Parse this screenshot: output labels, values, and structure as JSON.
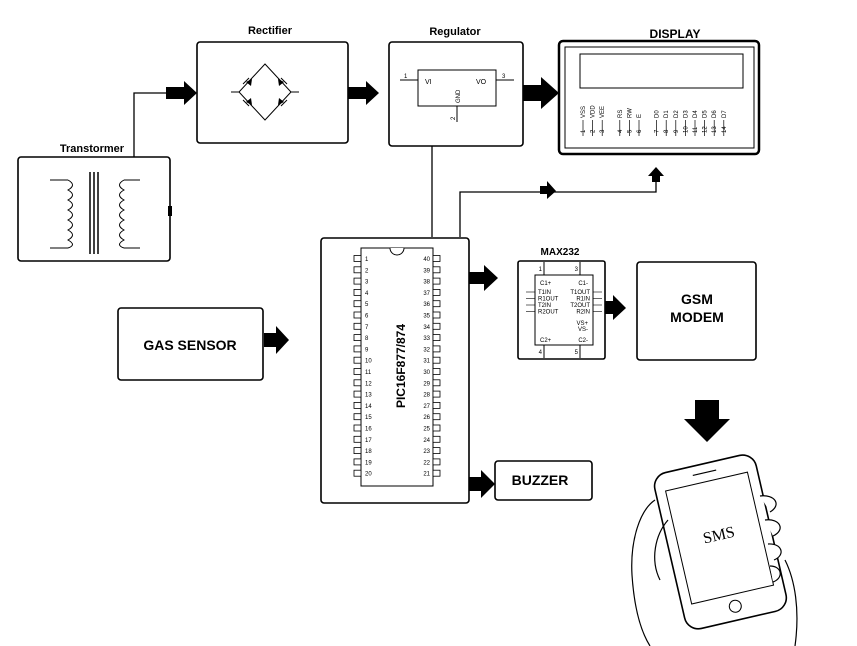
{
  "blocks": {
    "transformer": "Transtormer",
    "rectifier": "Rectifier",
    "regulator": "Regulator",
    "display": "DISPLAY",
    "gas_sensor": "GAS SENSOR",
    "mcu": "PIC16F877/874",
    "max232": "MAX232",
    "gsm_line1": "GSM",
    "gsm_line2": "MODEM",
    "buzzer": "BUZZER",
    "phone_text": "SMS"
  },
  "regulator_pins": {
    "vi": "VI",
    "vo": "VO",
    "gnd": "GND",
    "p1": "1",
    "p2": "2",
    "p3": "3"
  },
  "display_pins": {
    "labels": [
      "VSS",
      "VDD",
      "VEE",
      "RS",
      "RW",
      "E",
      "D0",
      "D1",
      "D2",
      "D3",
      "D4",
      "D5",
      "D6",
      "D7"
    ],
    "numbers": [
      "1",
      "2",
      "3",
      "4",
      "5",
      "6",
      "7",
      "8",
      "9",
      "10",
      "11",
      "12",
      "13",
      "14"
    ]
  },
  "mcu_pins": {
    "left": [
      "1",
      "2",
      "3",
      "4",
      "5",
      "6",
      "7",
      "8",
      "9",
      "10",
      "11",
      "12",
      "13",
      "14",
      "15",
      "16",
      "17",
      "18",
      "19",
      "20"
    ],
    "right": [
      "40",
      "39",
      "38",
      "37",
      "36",
      "35",
      "34",
      "33",
      "32",
      "31",
      "30",
      "29",
      "28",
      "27",
      "26",
      "25",
      "24",
      "23",
      "22",
      "21"
    ]
  },
  "max232_pins": {
    "left": [
      "T1IN",
      "R1OUT",
      "T2IN",
      "R2OUT"
    ],
    "right": [
      "T1OUT",
      "R1IN",
      "T2OUT",
      "R2IN"
    ],
    "c1p": "C1+",
    "c1m": "C1-",
    "c2p": "C2+",
    "c2m": "C2-",
    "vsp": "VS+",
    "vsm": "VS-",
    "n1": "1",
    "n3": "3",
    "n4": "4",
    "n5": "5"
  }
}
